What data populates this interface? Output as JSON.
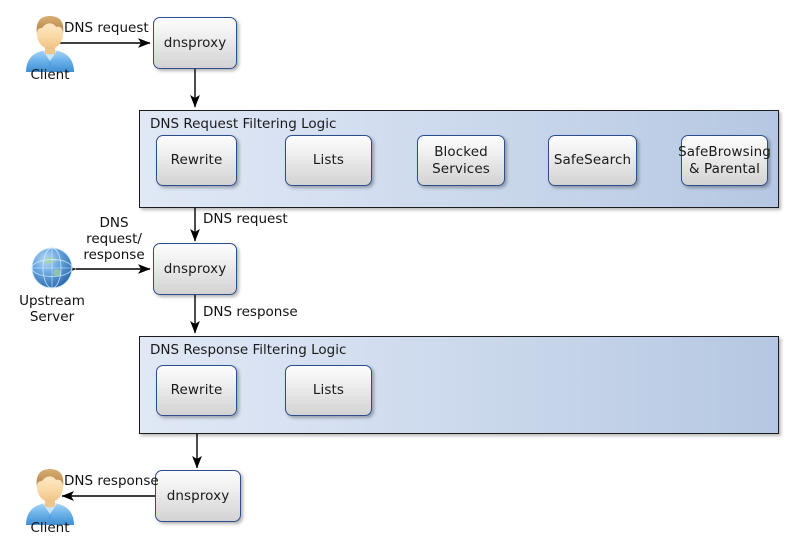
{
  "diagram": {
    "title_hidden": "",
    "colors": {
      "node_border": "#2c4d8e",
      "group_border": "#1c1c1c",
      "group_fill_left": "#e0e8f5",
      "group_fill_right": "#b5c7e2",
      "arrow": "#000000",
      "text": "#111111",
      "client_shirt": "#69b0e8",
      "client_hair": "#c79a5d",
      "client_face": "#f9d9a8",
      "globe": "#4a8fd4"
    }
  },
  "actors": {
    "client_top": {
      "label": "Client",
      "icon": "user-avatar-icon"
    },
    "upstream": {
      "label": "Upstream\nServer",
      "icon": "globe-icon"
    },
    "client_bottom": {
      "label": "Client",
      "icon": "user-avatar-icon"
    }
  },
  "proxies": {
    "top": {
      "label": "dnsproxy"
    },
    "middle": {
      "label": "dnsproxy"
    },
    "bottom": {
      "label": "dnsproxy"
    }
  },
  "request_group": {
    "title": "DNS Request Filtering Logic",
    "stages": [
      {
        "label": "Rewrite"
      },
      {
        "label": "Lists"
      },
      {
        "label": "Blocked\nServices"
      },
      {
        "label": "SafeSearch"
      },
      {
        "label": "SafeBrowsing\n& Parental"
      }
    ]
  },
  "response_group": {
    "title": "DNS Response Filtering Logic",
    "stages": [
      {
        "label": "Rewrite"
      },
      {
        "label": "Lists"
      }
    ]
  },
  "edges": {
    "client_to_proxy_top": "DNS request",
    "proxy_top_to_request_group": "",
    "request_group_to_proxy_middle": "DNS request",
    "upstream_bidirectional": "DNS\nrequest/\nresponse",
    "proxy_middle_to_response_group": "DNS response",
    "response_group_to_proxy_bottom": "",
    "proxy_bottom_to_client": "DNS response"
  }
}
